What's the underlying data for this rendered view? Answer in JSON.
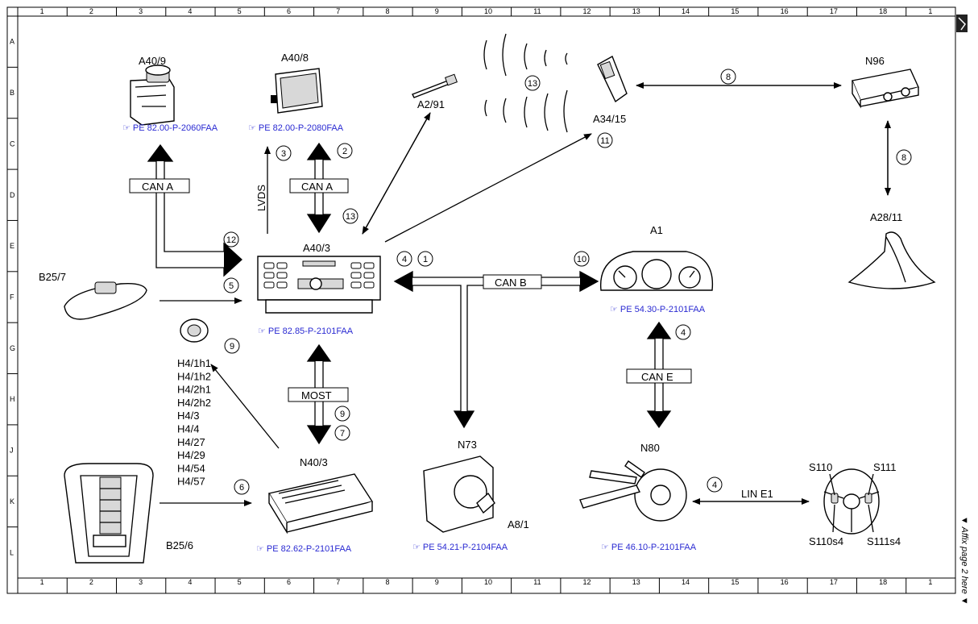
{
  "grid": {
    "columns": [
      "1",
      "2",
      "3",
      "4",
      "5",
      "6",
      "7",
      "8",
      "9",
      "10",
      "11",
      "12",
      "13",
      "14",
      "15",
      "16",
      "17",
      "18",
      "1"
    ],
    "rows": [
      "A",
      "B",
      "C",
      "D",
      "E",
      "F",
      "G",
      "H",
      "J",
      "K",
      "L"
    ]
  },
  "components": {
    "a40_9": "A40/9",
    "a40_8": "A40/8",
    "a2_91": "A2/91",
    "a34_15": "A34/15",
    "n96": "N96",
    "a28_11": "A28/11",
    "a40_3": "A40/3",
    "a1": "A1",
    "b25_7": "B25/7",
    "h4_list": [
      "H4/1h1",
      "H4/1h2",
      "H4/2h1",
      "H4/2h2",
      "H4/3",
      "H4/4",
      "H4/27",
      "H4/29",
      "H4/54",
      "H4/57"
    ],
    "n40_3": "N40/3",
    "n73": "N73",
    "a8_1": "A8/1",
    "n80": "N80",
    "s110": "S110",
    "s111": "S111",
    "s110s4": "S110s4",
    "s111s4": "S111s4",
    "b25_6": "B25/6"
  },
  "references": {
    "a40_9": "PE 82.00-P-2060FAA",
    "a40_8": "PE 82.00-P-2080FAA",
    "a40_3": "PE 82.85-P-2101FAA",
    "a1": "PE 54.30-P-2101FAA",
    "n40_3": "PE 82.62-P-2101FAA",
    "n73": "PE 54.21-P-2104FAA",
    "n80": "PE 46.10-P-2101FAA"
  },
  "buses": {
    "can_a_left": "CAN A",
    "can_a_right": "CAN A",
    "lvds": "LVDS",
    "can_b": "CAN B",
    "can_e": "CAN E",
    "most": "MOST",
    "lin_e1": "LIN E1"
  },
  "callouts": {
    "c1": "1",
    "c2": "2",
    "c3": "3",
    "c4a": "4",
    "c4b": "4",
    "c4c": "4",
    "c5": "5",
    "c6": "6",
    "c7": "7",
    "c8a": "8",
    "c8b": "8",
    "c9a": "9",
    "c9b": "9",
    "c10": "10",
    "c11": "11",
    "c12": "12",
    "c13a": "13",
    "c13b": "13"
  },
  "side_note": "▼ Affix page 2 here ▼",
  "colors": {
    "reference": "#2a2ad2",
    "line": "#000000"
  }
}
